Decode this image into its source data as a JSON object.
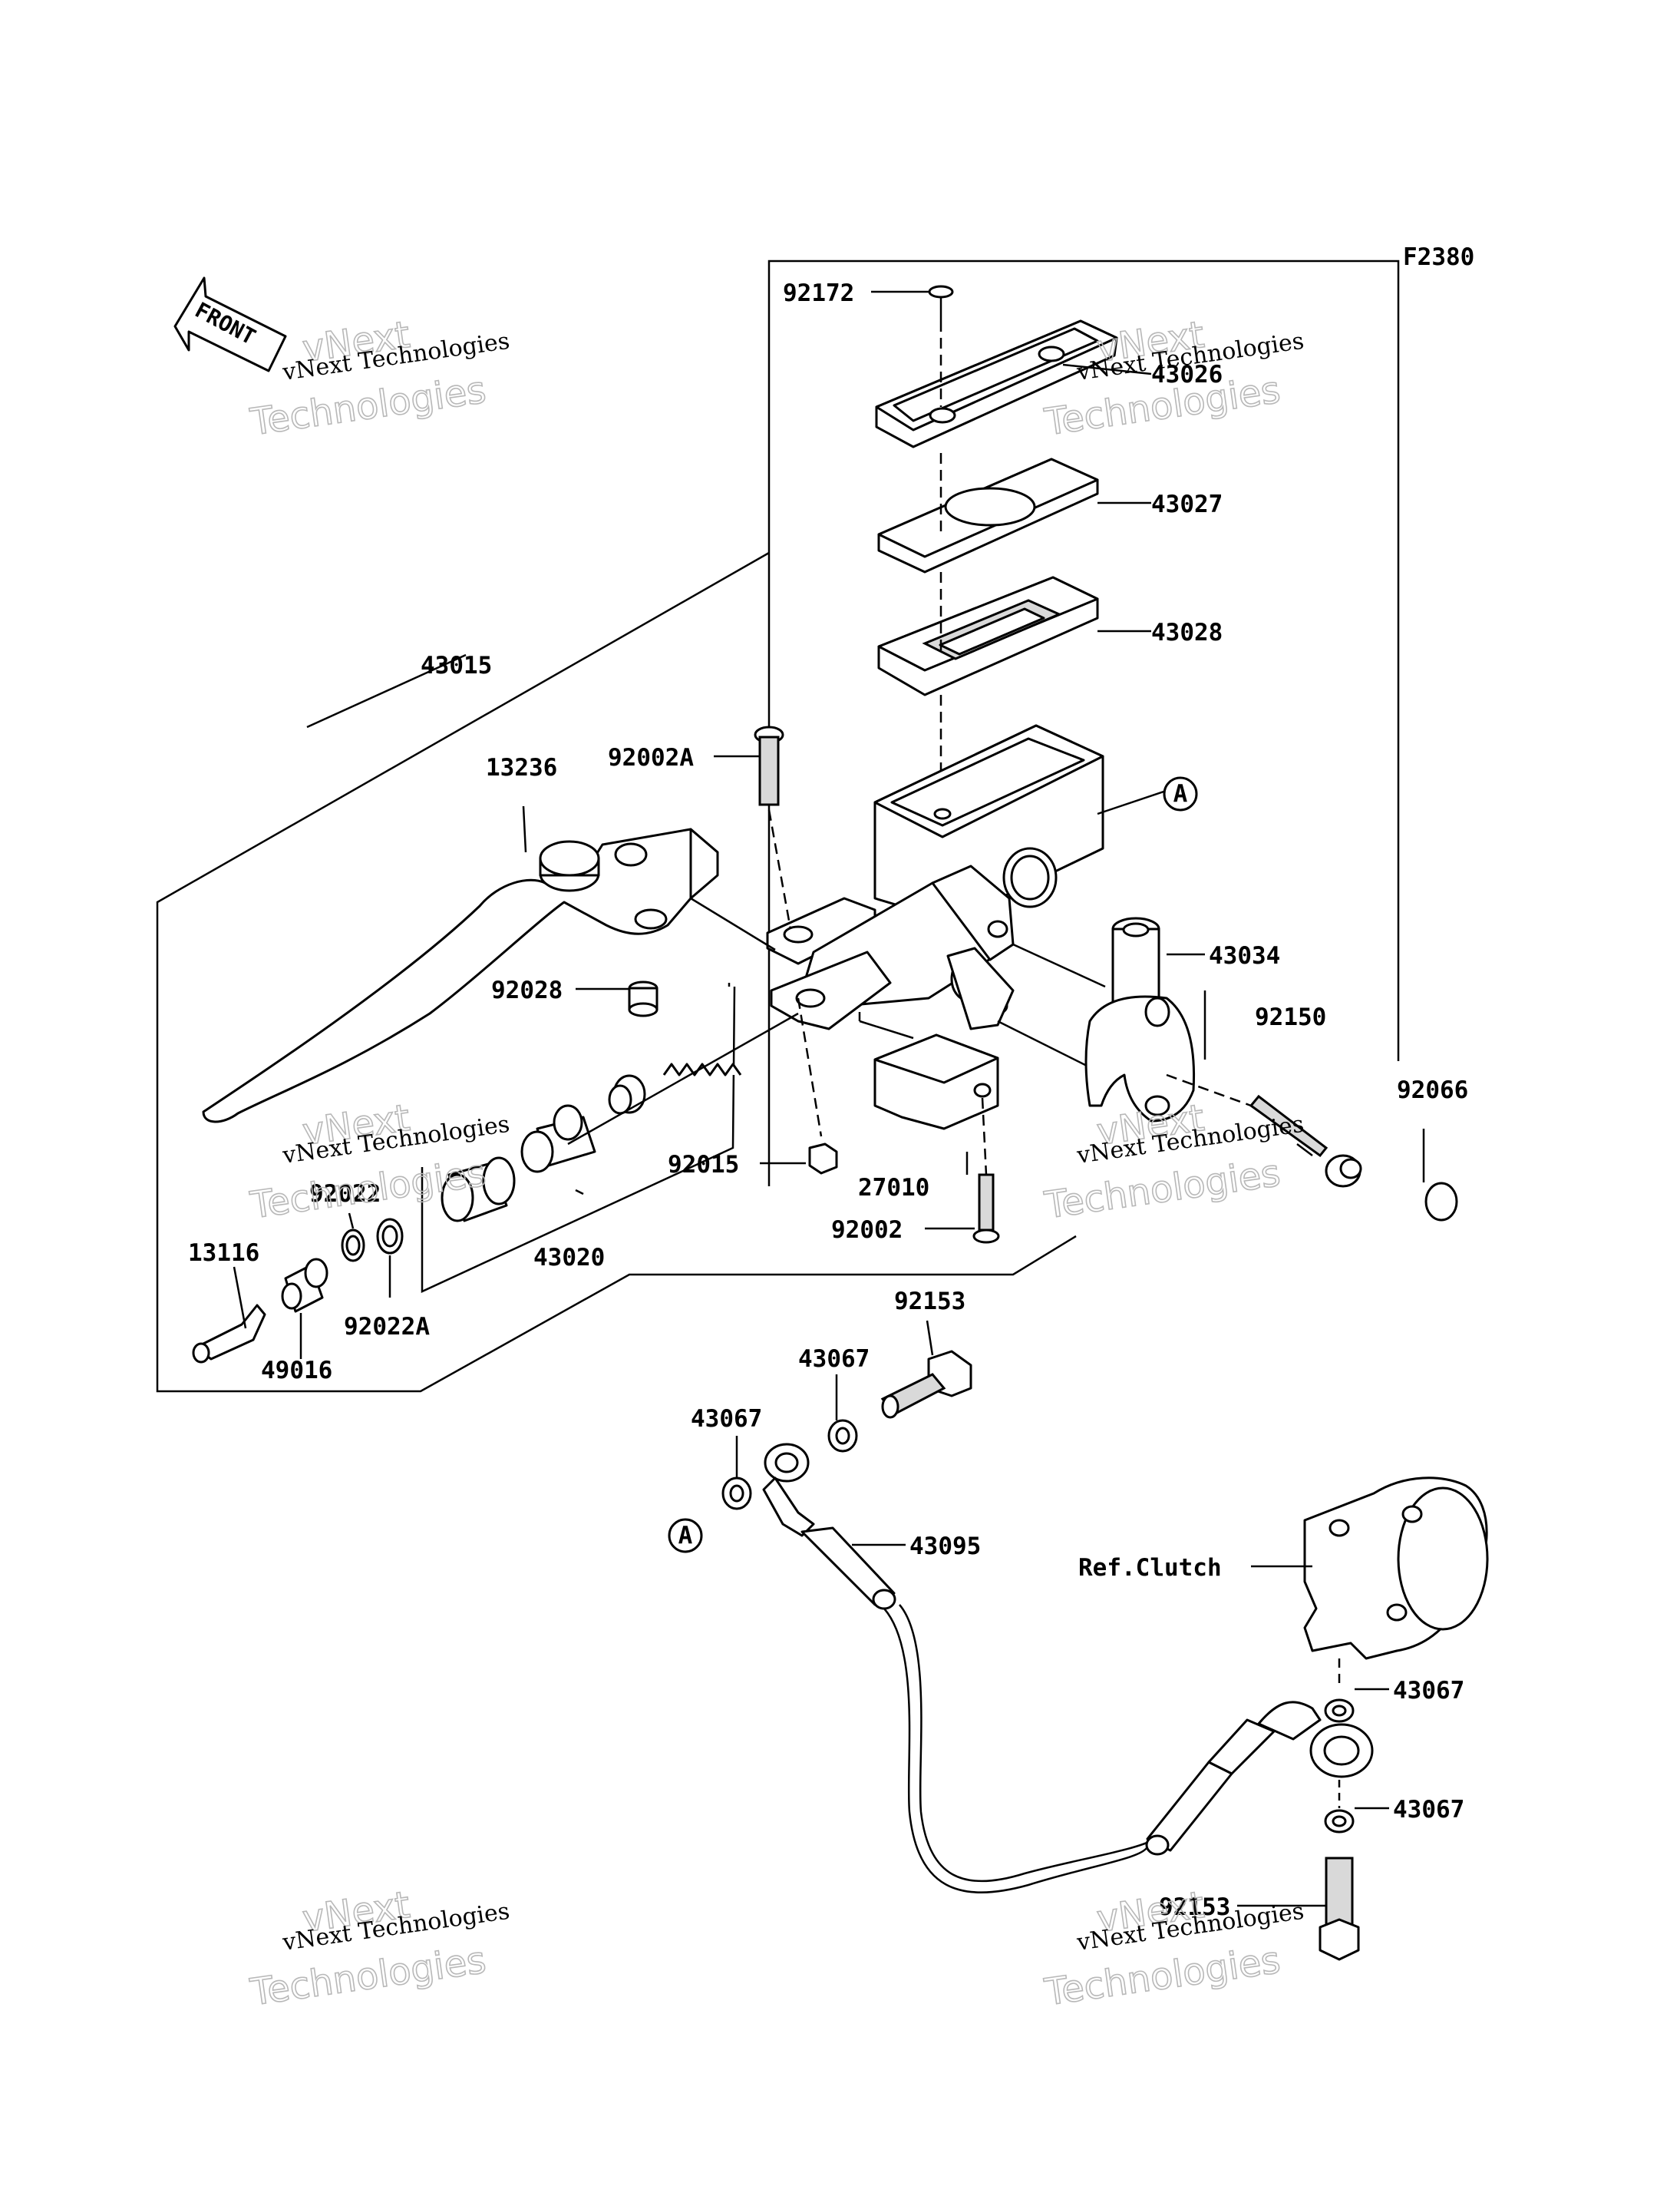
{
  "figure_code": "F2380",
  "front_label": "FRONT",
  "watermark": {
    "brand": "vNext",
    "line1": "vNext Technologies",
    "line2": "Technologies"
  },
  "callouts": {
    "p92172": "92172",
    "p43026": "43026",
    "p43027": "43027",
    "p43028": "43028",
    "p43015": "43015",
    "p13236": "13236",
    "p92002A": "92002A",
    "refA_top": "A",
    "p43034": "43034",
    "p92150": "92150",
    "p92028": "92028",
    "p92066": "92066",
    "p92015": "92015",
    "p27010": "27010",
    "p92022": "92022",
    "p92002": "92002",
    "p43020": "43020",
    "p13116": "13116",
    "p92022A": "92022A",
    "p49016": "49016",
    "p92153_top": "92153",
    "p43067_a": "43067",
    "p43067_b": "43067",
    "refA_bottom": "A",
    "p43095": "43095",
    "ref_clutch": "Ref.Clutch",
    "p43067_c": "43067",
    "p43067_d": "43067",
    "p92153_bottom": "92153"
  }
}
